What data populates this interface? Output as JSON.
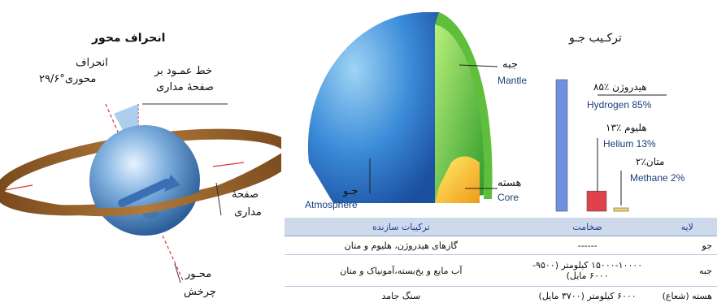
{
  "left": {
    "title": "انحراف محور",
    "tilt_label_1": "انحراف",
    "tilt_label_2": "محوری°۲۹/۶",
    "perp_label_1": "خط عمـود بر",
    "perp_label_2": "صفحهٔ مداری",
    "plane_label_1": "صفحهٔ",
    "plane_label_2": "مداری",
    "axis_label_1": "محـور",
    "axis_label_2": "چرخش"
  },
  "right": {
    "chart_title": "ترکـیب جـو",
    "mantle_fa": "جبه",
    "mantle_en": "Mantle",
    "core_fa": "هسته",
    "core_en": "Core",
    "atmosphere_fa": "جـو",
    "atmosphere_en": "Atmosphere"
  },
  "chart_data": {
    "type": "bar",
    "title": "ترکـیب جـو",
    "categories": [
      "Hydrogen",
      "Helium",
      "Methane"
    ],
    "values": [
      85,
      13,
      2
    ],
    "labels_fa": [
      "هیدروژن ٪۸۵",
      "هلیوم ٪۱۳",
      "متان٪۲"
    ],
    "labels_en": [
      "Hydrogen 85%",
      "Helium 13%",
      "Methane 2%"
    ],
    "colors": [
      "#6f8fe3",
      "#e0414a",
      "#f1d46a"
    ],
    "ylim": [
      0,
      85
    ]
  },
  "table": {
    "headers": [
      "لایه",
      "ضخامت",
      "ترکیبات سازنده"
    ],
    "rows": [
      {
        "layer": "جو",
        "thickness": "------",
        "composition": "گازهای هیدروژن، هلیوم و متان"
      },
      {
        "layer": "جبه",
        "thickness": "۱۵۰۰۰-۱۰۰۰۰ کیلومتر (۹۵۰۰- ۶۰۰۰ مایل)",
        "composition": "آب مایع و یخ‌بسته،آمونیاک و متان"
      },
      {
        "layer": "هسته (شعاع)",
        "thickness": "۶۰۰۰ کیلومتر (۳۷۰۰ مایل)",
        "composition": "سنگ جامد"
      }
    ]
  }
}
